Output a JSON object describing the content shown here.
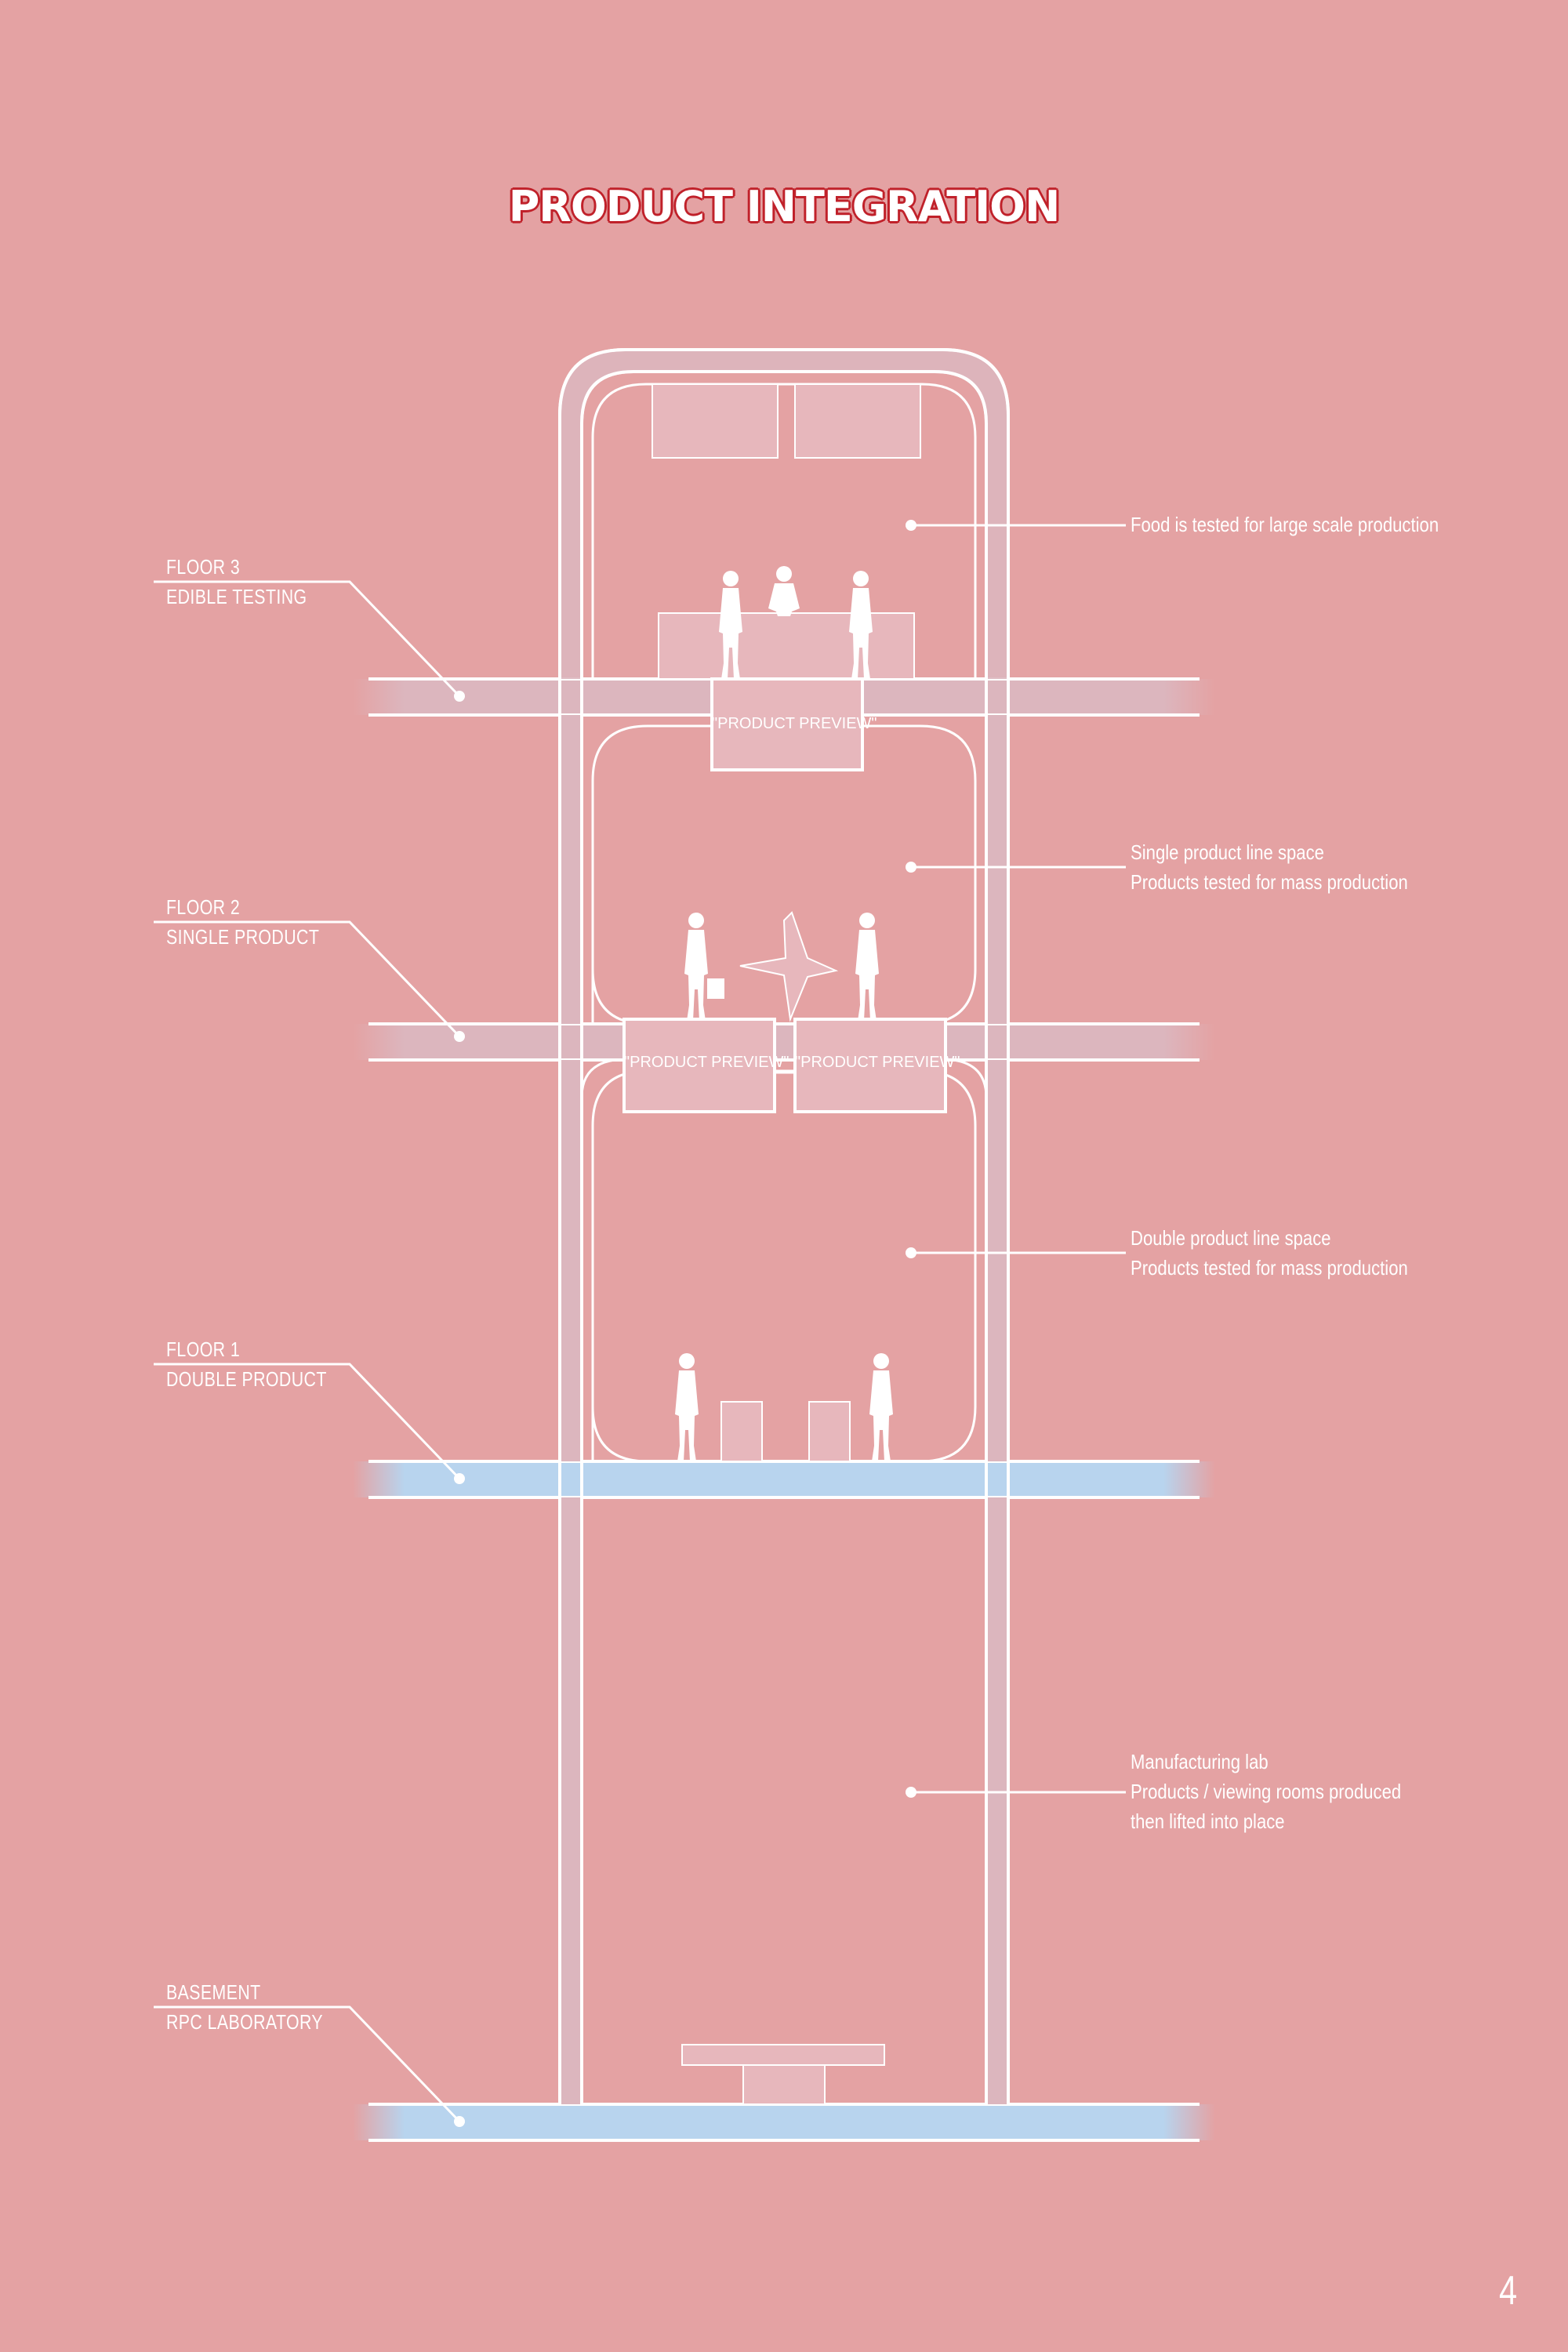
{
  "title": "PRODUCT INTEGRATION",
  "floors": [
    {
      "name": "FLOOR 3",
      "subtitle": "EDIBLE TESTING"
    },
    {
      "name": "FLOOR 2",
      "subtitle": "SINGLE PRODUCT"
    },
    {
      "name": "FLOOR 1",
      "subtitle": "DOUBLE PRODUCT"
    },
    {
      "name": "BASEMENT",
      "subtitle": "RPC LABORATORY"
    }
  ],
  "notes": [
    {
      "lines": [
        "Food is tested for large scale production"
      ]
    },
    {
      "lines": [
        "Single product line space",
        "Products tested for mass production"
      ]
    },
    {
      "lines": [
        "Double product line space",
        "Products tested for mass production"
      ]
    },
    {
      "lines": [
        "Manufacturing lab",
        "Products / viewing rooms produced",
        "then lifted into place"
      ]
    }
  ],
  "preview_boxes": [
    "\"PRODUCT PREVIEW\"",
    "\"PRODUCT PREVIEW\"",
    "\"PRODUCT PREVIEW\""
  ],
  "page_number": "4",
  "colors": {
    "background": "#e4a2a3",
    "slab": "#dcb6be",
    "water_slab": "#b8d4ee",
    "line": "#ffffff",
    "title_outline": "#c0212a"
  }
}
